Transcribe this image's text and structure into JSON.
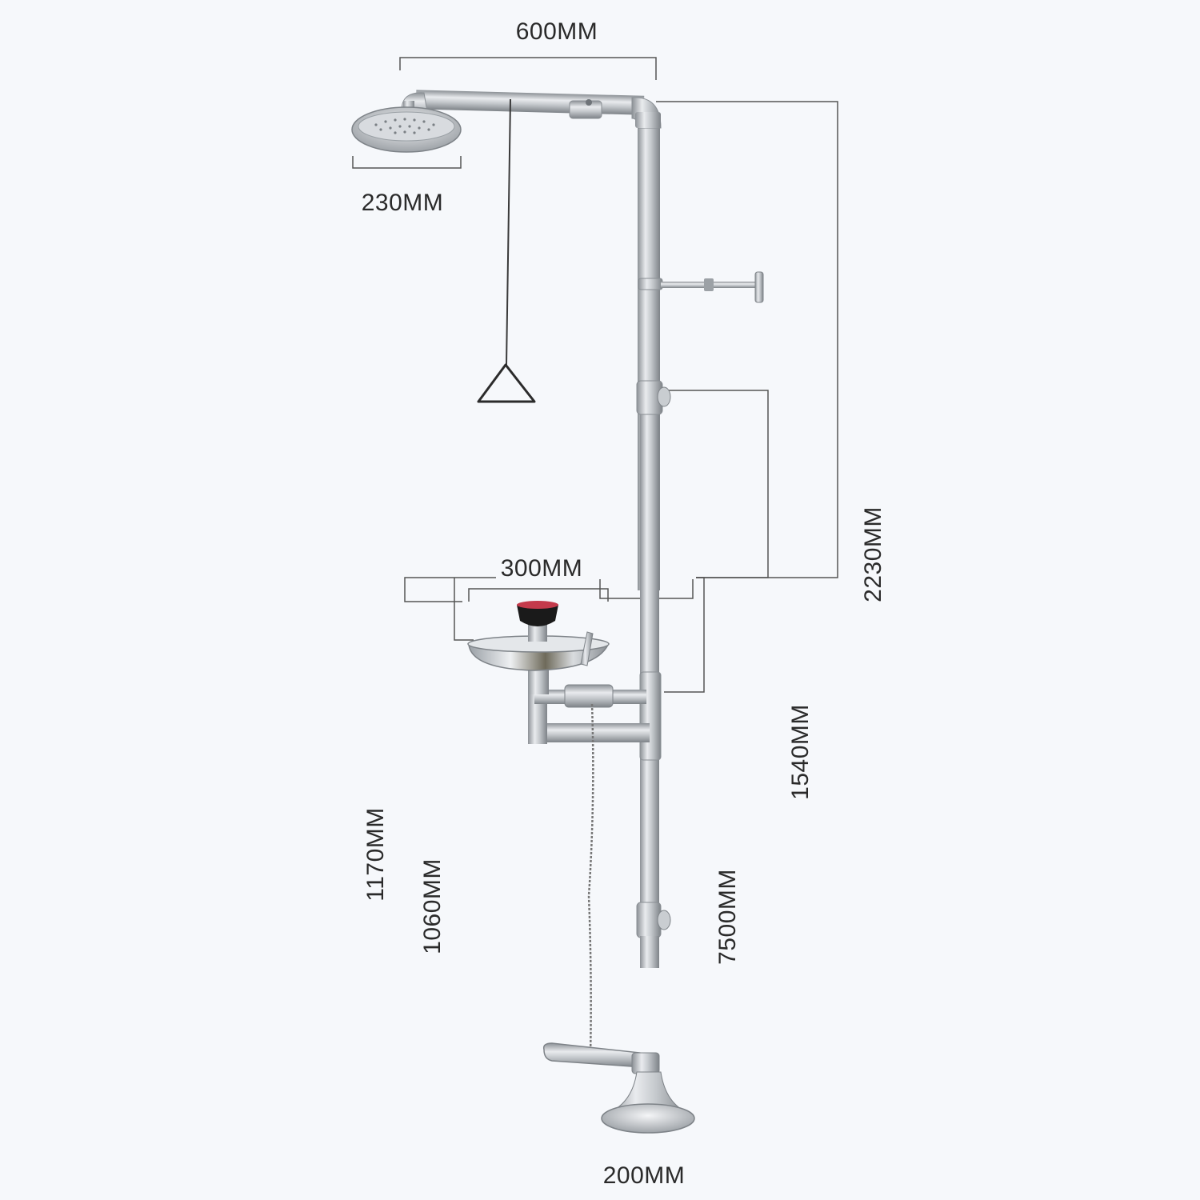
{
  "dimensions": {
    "arm_width": "600MM",
    "shower_head": "230MM",
    "bowl_width": "300MM",
    "total_height": "2230MM",
    "pull_rod_height": "1540MM",
    "bowl_rim_height": "1170MM",
    "bowl_base_height": "1060MM",
    "valve_height": "7500MM",
    "base_width": "200MM"
  },
  "colors": {
    "background": "#f6f8fb",
    "steel": "#b9bdc2",
    "dimension_line": "#555555",
    "eyewash_cap": "#1a1a1a",
    "eyewash_accent": "#c43a4b"
  }
}
